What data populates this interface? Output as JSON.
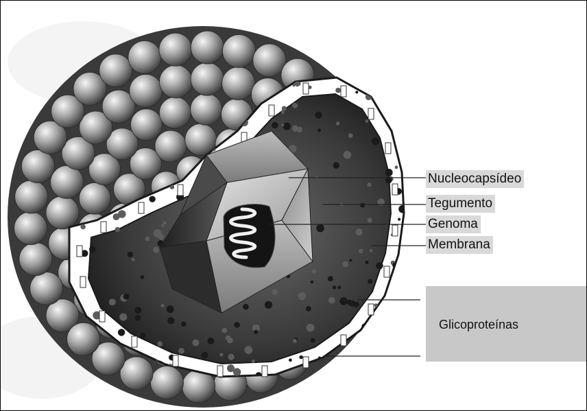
{
  "labels": {
    "nucleocapsideo": "Nucleocapsídeo",
    "tegumento": "Tegumento",
    "genoma": "Genoma",
    "membrana": "Membrana",
    "glicoproteinas": "Glicoproteínas"
  },
  "colors": {
    "label_background": "#d9d9d9",
    "glico_background": "#c8c8c8",
    "sphere_light": "#f2f2f2",
    "sphere_dark": "#4a4a4a",
    "membrane": "#ffffff",
    "interior": "#3a3a3a"
  }
}
